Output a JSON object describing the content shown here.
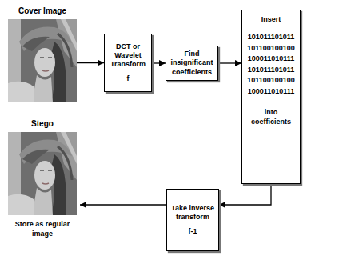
{
  "diagram": {
    "nodes": [
      {
        "text": [
          "Cover Image"
        ]
      },
      {
        "text": [
          "DCT or Wavelet Transform",
          "f"
        ]
      },
      {
        "text": [
          "Find insignificant coefficients"
        ]
      },
      {
        "text": [
          "Insert",
          "101011101011 101100100100 100011010111 101011101011 101100100100 100011010111",
          "into coefficients"
        ]
      },
      {
        "text": [
          "Take inverse transform",
          "f-1"
        ]
      },
      {
        "text": [
          "Stego",
          "Store as regular image"
        ]
      }
    ],
    "edges": [
      {
        "from": 0,
        "to": 1,
        "arrow": "to"
      },
      {
        "from": 1,
        "to": 2,
        "arrow": "to"
      },
      {
        "from": 2,
        "to": 3,
        "arrow": "to"
      },
      {
        "from": 3,
        "to": 4,
        "arrow": "to"
      },
      {
        "from": 4,
        "to": 5,
        "arrow": "to"
      }
    ]
  }
}
